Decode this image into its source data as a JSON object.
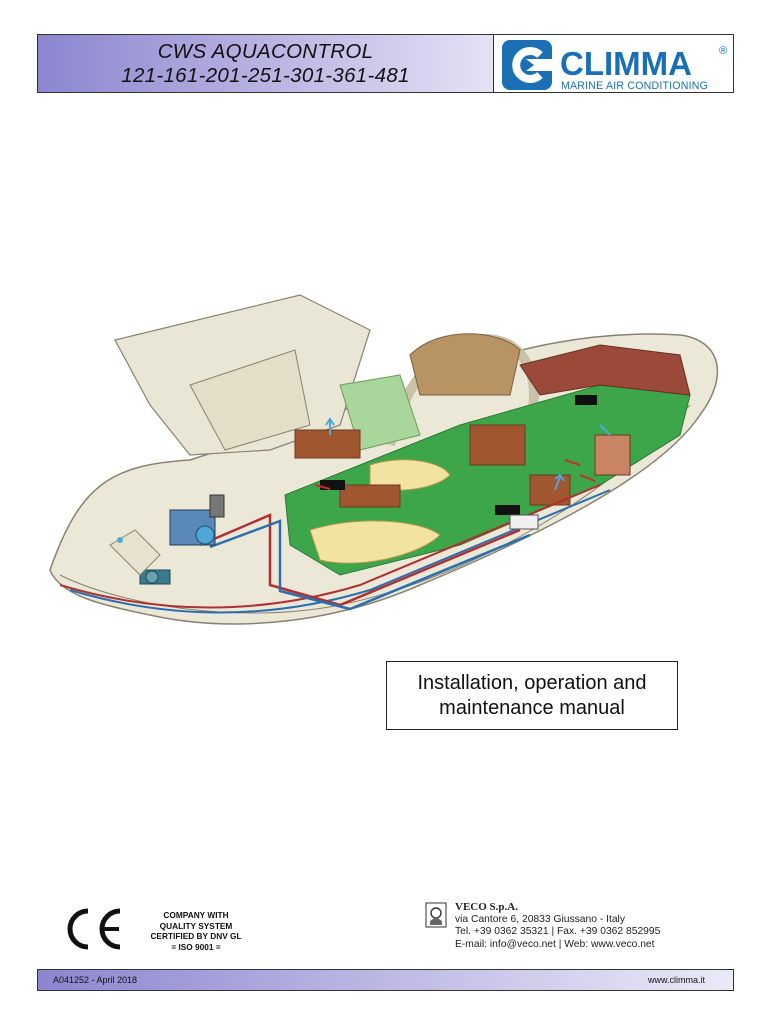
{
  "header": {
    "title_line1": "CWS AQUACONTROL",
    "title_line2": "121-161-201-251-301-361-481"
  },
  "logo": {
    "brand": "CLIMMA",
    "registered": "®",
    "tagline": "MARINE AIR CONDITIONING",
    "color": "#1a6fb5"
  },
  "illustration": {
    "icon": "boat-cutaway-illustration"
  },
  "manual_title": {
    "line1": "Installation, operation and",
    "line2": "maintenance manual"
  },
  "ce": {
    "mark": "CE"
  },
  "certification": {
    "line1": "COMPANY WITH",
    "line2": "QUALITY SYSTEM",
    "line3": "CERTIFIED BY DNV GL",
    "line4": "= ISO 9001 ="
  },
  "company": {
    "name": "VECO S.p.A.",
    "address": "via Cantore 6, 20833 Giussano -  Italy",
    "phone": "Tel. +39 0362 35321 | Fax. +39 0362 852995",
    "contact": "E-mail: info@veco.net | Web: www.veco.net"
  },
  "footer": {
    "code": "A041252 - April 2018",
    "url": "www.climma.it"
  }
}
